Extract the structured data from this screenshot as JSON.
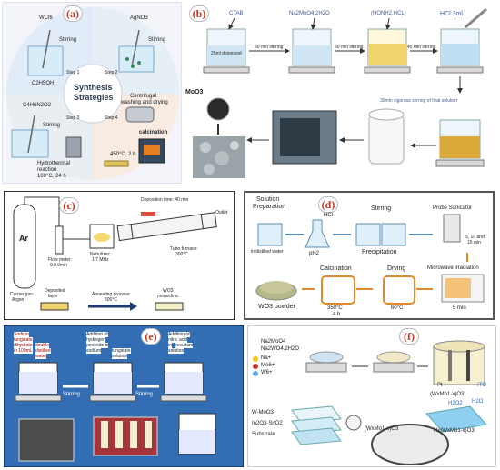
{
  "panel_a": {
    "label": "(a)",
    "center_title_1": "Synthesis",
    "center_title_2": "Strategies",
    "steps": [
      "Step 1",
      "Step 2",
      "Step 3",
      "Step 4"
    ],
    "reagent_top_left": "WCl6",
    "solvent": "C2H5OH",
    "reagent_top_right": "AgNO3",
    "reagent_bottom_left": "C4H6N2O2",
    "stirring_1": "Stirring",
    "stirring_2": "Stirring",
    "stirring_3": "Stirring",
    "hydrothermal_1": "Hydrothermal",
    "hydrothermal_2": "reaction",
    "hydrothermal_3": "100°C, 24 h",
    "centrifugal_1": "Centrifugal",
    "centrifugal_2": "washing and drying",
    "calcination": "calcination",
    "calc_temp": "450°C, 2 h"
  },
  "panel_b": {
    "label": "(b)",
    "ctab": "CTAB",
    "na2moo4": "Na2MoO4.2H2O",
    "nh2oh": "(HONH2.HCL)",
    "hcl": "HCl 3ml",
    "mins_1": "30 min stirring",
    "mins_2": "30 min stirring",
    "mins_3": "45 min stirring",
    "beaker_text": "25ml deionized",
    "final": "30min vigorous stirring of final solution",
    "product": "MoO3"
  },
  "panel_c": {
    "label": "(c)",
    "gas": "Ar",
    "carrier_1": "Carrier gas:",
    "carrier_2": "Argon",
    "flow_1": "Flow meter:",
    "flow_2": "0.8 l/min",
    "neb_1": "Nebulizer:",
    "neb_2": "1.7 MHz",
    "deposition": "Deposition time: 40 min",
    "outlet": "Outlet",
    "furnace_1": "Tube furnace:",
    "furnace_2": "300°C",
    "deposited_1": "Deposited",
    "deposited_2": "layer",
    "anneal_1": "Annealing process:",
    "anneal_2": "500°C",
    "wo3_1": "WO3",
    "wo3_2": "monoclinic"
  },
  "panel_d": {
    "label": "(d)",
    "solution_1": "Solution",
    "solution_2": "Preparation",
    "in_water": "in distilled water",
    "hcl": "HCl",
    "ph": "pH2",
    "stirring": "Stirring",
    "precipitation": "Precipitation",
    "probe": "Probe Sonicator",
    "probe_times": "5, 10 and",
    "probe_times_2": "15 min",
    "microwave": "Microwave irradiation",
    "microwave_time": "5 min",
    "calcination": "Calcination",
    "drying": "Drying",
    "calc_temp": "350°C",
    "calc_time": "4 h",
    "dry_temp": "60°C",
    "powder": "WO3 powder"
  },
  "panel_e": {
    "label": "(e)",
    "box1": [
      "Sodium",
      "tungstate",
      "dihydrate",
      "in 100mL",
      "double",
      "distilled",
      "water"
    ],
    "box2": [
      "Addition of",
      "hydrogen",
      "peroxide in",
      "sodium",
      "tungstate",
      "solution"
    ],
    "box3": [
      "Addition of",
      "nitric acid",
      "in",
      "resultant",
      "solution"
    ],
    "stirring_1": "Stirring",
    "stirring_2": "Stirring"
  },
  "panel_f": {
    "label": "(f)",
    "legend": [
      "Na2MoO4",
      "Na2WO4.2H2O",
      "Na+",
      "Mo6+",
      "W6+"
    ],
    "pt": "Pt",
    "ito": "ITO",
    "formula_top": "(WxMo1-x)O3",
    "h2o": "H2O",
    "h2o2": "H2O2",
    "hx": "Hx(WxMo1-x)O3",
    "stack": [
      "W-MoO3",
      "In2O3-SnO2",
      "Substrate"
    ],
    "formula_bottom": "(WxMo1-x)O3"
  },
  "colors": {
    "panel_a_bg": "#f2f4f9",
    "liquid_blue": "#9fd3f0",
    "liquid_yellow": "#f1d36b",
    "frame_dark": "#333333",
    "panel_e_bg": "#1d4f8a"
  }
}
